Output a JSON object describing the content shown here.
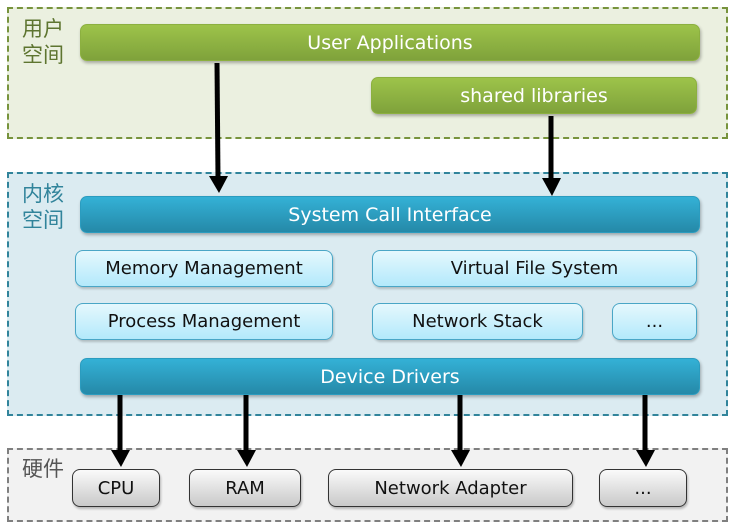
{
  "zones": {
    "user_space": {
      "label": "用户空间",
      "color": "#77933c"
    },
    "kernel_space": {
      "label": "内核空间",
      "color": "#31849b"
    },
    "hardware": {
      "label": "硬件",
      "color": "#7f7f7f"
    }
  },
  "user_space": {
    "user_applications": "User Applications",
    "shared_libraries": "shared libraries"
  },
  "kernel_space": {
    "system_call_interface": "System Call Interface",
    "memory_management": "Memory Management",
    "virtual_file_system": "Virtual File System",
    "process_management": "Process Management",
    "network_stack": "Network Stack",
    "more": "...",
    "device_drivers": "Device Drivers"
  },
  "hardware": {
    "cpu": "CPU",
    "ram": "RAM",
    "network_adapter": "Network Adapter",
    "more": "..."
  },
  "arrows": [
    {
      "from": "User Applications",
      "to": "System Call Interface"
    },
    {
      "from": "shared libraries",
      "to": "System Call Interface"
    },
    {
      "from": "Device Drivers",
      "to": "CPU"
    },
    {
      "from": "Device Drivers",
      "to": "RAM"
    },
    {
      "from": "Device Drivers",
      "to": "Network Adapter"
    },
    {
      "from": "Device Drivers",
      "to": "..."
    }
  ]
}
